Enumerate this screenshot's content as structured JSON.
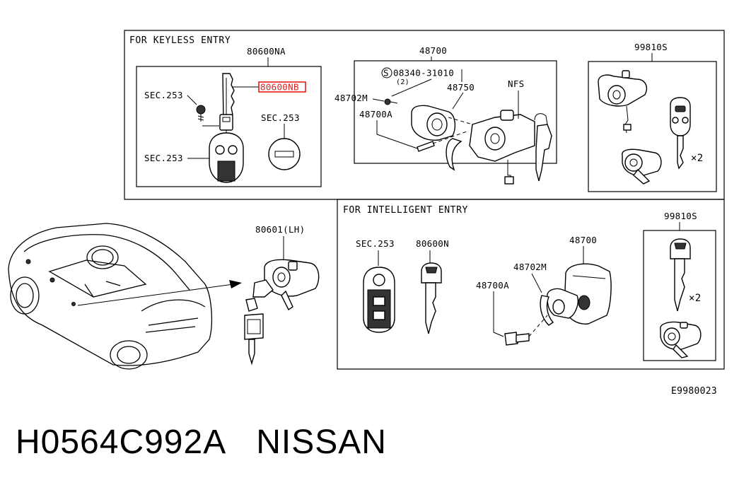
{
  "sections": {
    "keyless": {
      "title": "FOR KEYLESS ENTRY"
    },
    "intelligent": {
      "title": "FOR INTELLIGENT ENTRY"
    }
  },
  "labels": {
    "kit_keyless": "80600NA",
    "blank_key": "80600NB",
    "sec253_a": "SEC.253",
    "sec253_b": "SEC.253",
    "sec253_c": "SEC.253",
    "assy_keyless": "48700",
    "bolt_code": "08340-31010",
    "bolt_qty": "(2)",
    "bolt_symbol": "S",
    "bracket_a": "48702M",
    "bracket_b": "48750",
    "nfs": "NFS",
    "bolt_a": "48700A",
    "set_keyless": "99810S",
    "qty_keyless": "×2",
    "door_lock": "80601(LH)",
    "sec253_intel": "SEC.253",
    "key_intel": "80600N",
    "assy_intel": "48700",
    "bracket_intel": "48702M",
    "bolt_intel": "48700A",
    "set_intel": "99810S",
    "qty_intel": "×2",
    "diagram_code": "E9980023"
  },
  "footer": {
    "part_number": "H0564C992A",
    "brand": "NISSAN"
  },
  "colors": {
    "highlight": "#e0201e",
    "ink": "#000000"
  }
}
